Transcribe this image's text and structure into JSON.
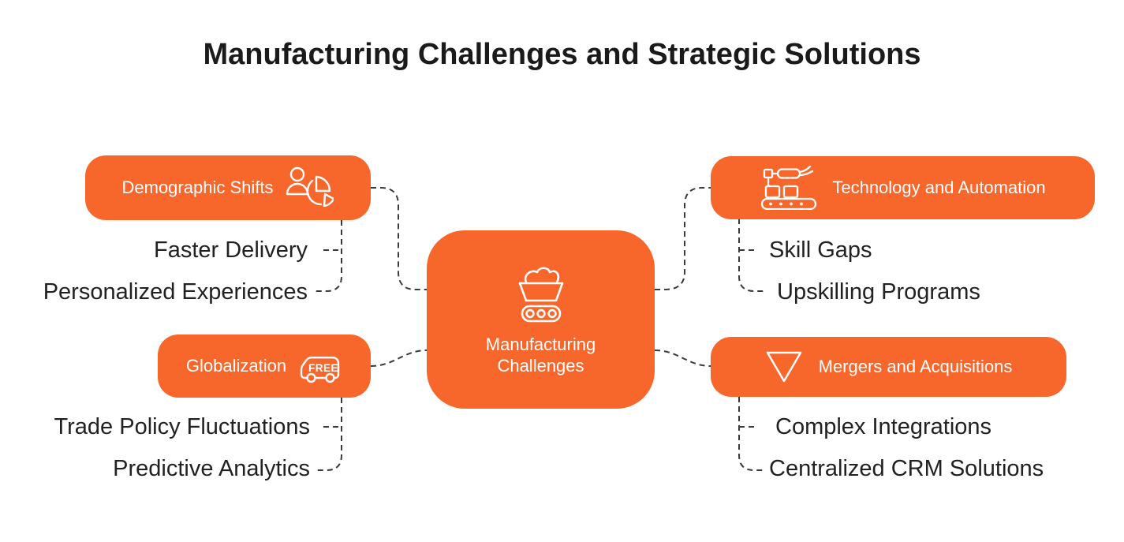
{
  "title": "Manufacturing Challenges and Strategic Solutions",
  "colors": {
    "accent_orange": "#F7672C",
    "node_text": "#FFFFFF",
    "body_text": "#212121",
    "connector": "#3A3A3A",
    "background": "#FFFFFF"
  },
  "center": {
    "label_lines": [
      "Manufacturing",
      "Challenges"
    ],
    "icon": "hopper-conveyor-icon"
  },
  "branches": [
    {
      "label": "Demographic Shifts",
      "icon": "person-pie-chart-icon",
      "children": [
        "Faster Delivery",
        "Personalized Experiences"
      ]
    },
    {
      "label": "Globalization",
      "icon": "free-delivery-truck-icon",
      "icon_text": "FREE",
      "children": [
        "Trade Policy Fluctuations",
        "Predictive Analytics"
      ]
    },
    {
      "label": "Technology and Automation",
      "icon": "robot-arm-conveyor-icon",
      "children": [
        "Skill Gaps",
        "Upskilling Programs"
      ]
    },
    {
      "label": "Mergers and Acquisitions",
      "icon": "funnel-icon",
      "children": [
        "Complex Integrations",
        "Centralized CRM Solutions"
      ]
    }
  ]
}
